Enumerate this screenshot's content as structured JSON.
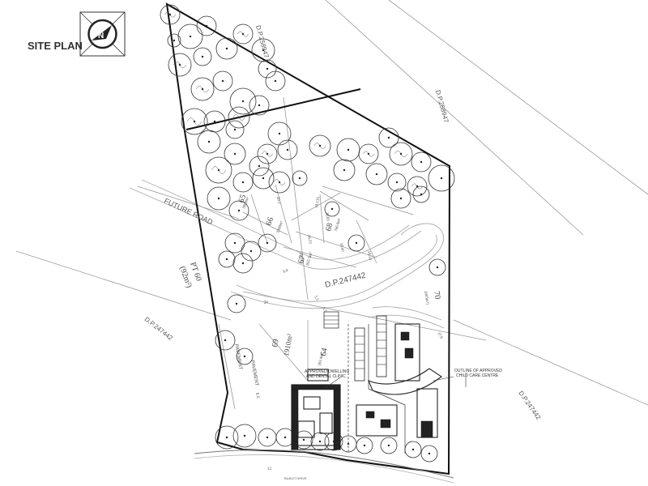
{
  "title": "SITE PLAN",
  "deposited_plans": {
    "dp_top": "D.P.258947",
    "dp_right": "D.P.258947",
    "dp_center": "D.P.247442",
    "dp_left": "D.P.247442",
    "dp_bottom_right": "D.P.247442"
  },
  "lots": {
    "l65": {
      "number": "65",
      "area": "3000m²"
    },
    "l66": {
      "number": "66",
      "area": "3300m²"
    },
    "l68": {
      "number": "68",
      "area": "766.0m²"
    },
    "l67": {
      "number": "67",
      "area": "855.5m²"
    },
    "l69": {
      "number": "69",
      "area": "1910m²"
    },
    "l64": {
      "number": "64",
      "area": "393.4m²"
    },
    "l70": {
      "number": "70",
      "area": "(905m²)"
    },
    "pt60": {
      "number": "PT 60",
      "area": "(92m²)"
    }
  },
  "dims": {
    "d1": "20.1",
    "d2": "18.135",
    "d3": "38.65",
    "d4": "34.53",
    "d5": "18.45",
    "d6": "29.23",
    "d7": "18.14",
    "d8": "6.9",
    "d9": "20",
    "d10": "5.5",
    "d11": "8.3",
    "d12": "37.6",
    "d13": "12"
  },
  "roads": {
    "future_road": "FUTURE ROAD",
    "pavement": "PAVEMENT",
    "pavement_width": "6.5",
    "bottom_street": "TALBOT DRIVE"
  },
  "callouts": {
    "dwelling_line1": "APPROVED DWELLING",
    "dwelling_line2": "AND DENTAL CLINIC",
    "childcare_line1": "OUTLINE OF APPROVED",
    "childcare_line2": "CHILD CARE CENTRE"
  }
}
